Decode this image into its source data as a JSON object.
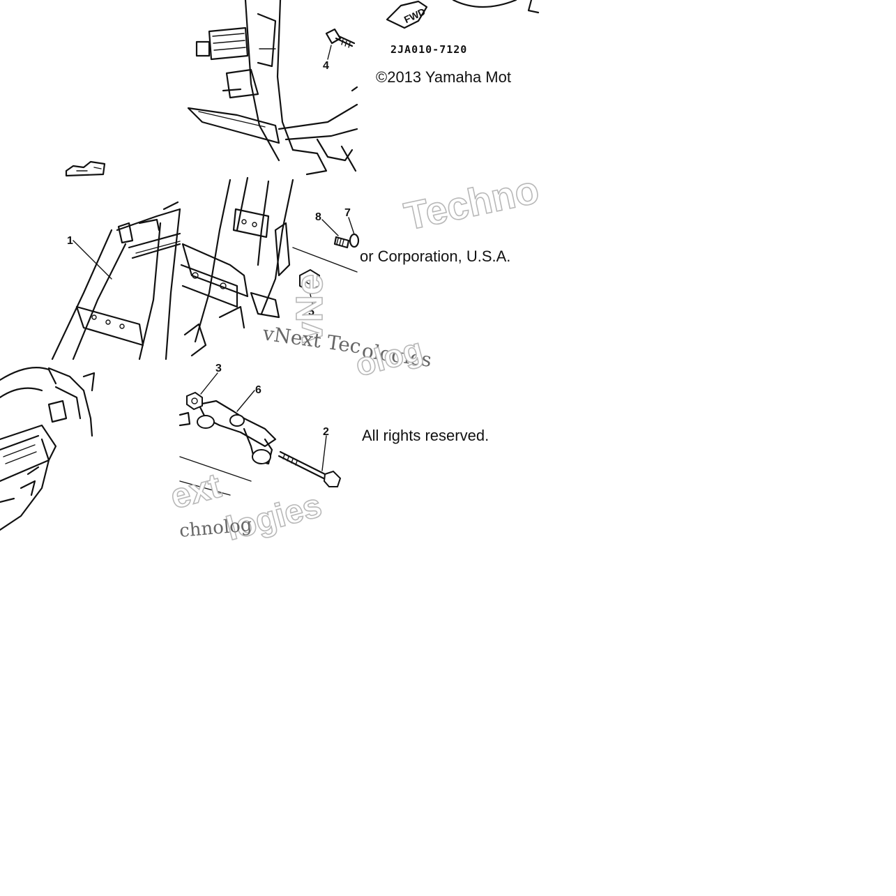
{
  "diagram": {
    "reference_code": "2JA010-7120",
    "fwd_arrow_label": "FWD",
    "copyright": {
      "line1": "©2013 Yamaha Mot",
      "line2": "or Corporation, U.S.A.",
      "line3": "All rights reserved."
    },
    "callouts": [
      {
        "id": "part-1",
        "label": "1"
      },
      {
        "id": "part-2",
        "label": "2"
      },
      {
        "id": "part-3",
        "label": "3"
      },
      {
        "id": "part-4",
        "label": "4"
      },
      {
        "id": "part-5",
        "label": "5"
      },
      {
        "id": "part-6",
        "label": "6"
      },
      {
        "id": "part-7",
        "label": "7"
      },
      {
        "id": "part-8",
        "label": "8"
      }
    ],
    "watermarks": {
      "techno": "Techno",
      "vnext_vertical": "vNe",
      "vnext_line": "vNext Tec",
      "ologies": "ologies",
      "ologies_outline": "olog",
      "ext": "ext",
      "logies": "logies",
      "chnolog": "chnolog"
    }
  }
}
